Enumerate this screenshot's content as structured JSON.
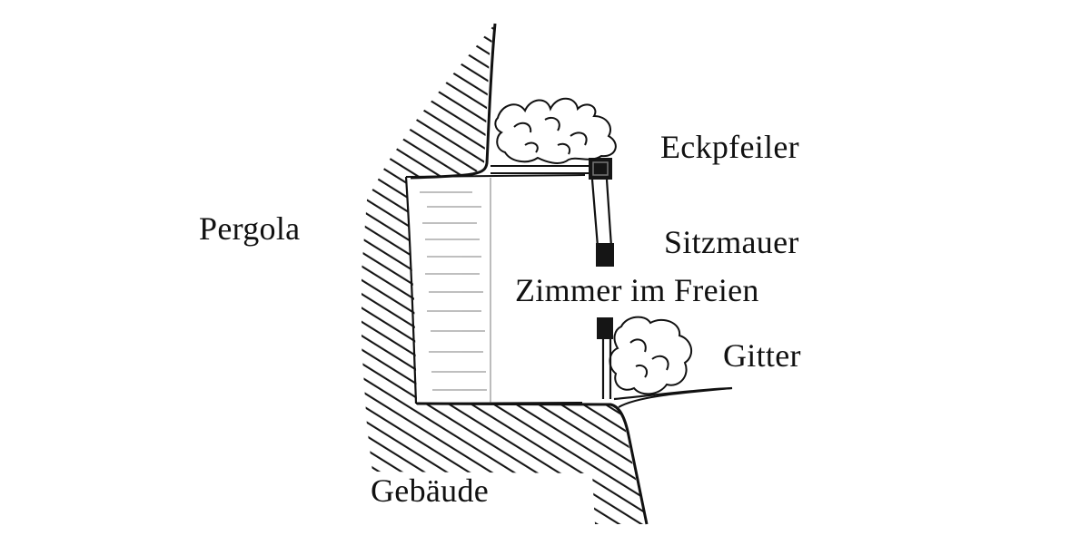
{
  "labels": {
    "corner_pillar": "Eckpfeiler",
    "pergola": "Pergola",
    "seat_wall": "Sitzmauer",
    "outdoor_room": "Zimmer im Freien",
    "trellis": "Gitter",
    "building": "Gebäude"
  },
  "style": {
    "ink": "#111111",
    "paper": "#ffffff"
  }
}
